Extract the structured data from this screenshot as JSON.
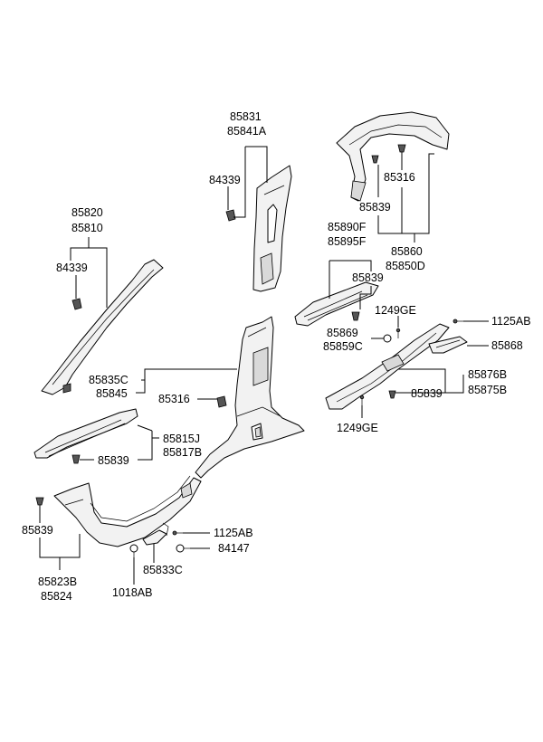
{
  "labels": {
    "p85831": "85831",
    "p85841A": "85841A",
    "p84339_top": "84339",
    "p85316_top": "85316",
    "p85839_top": "85839",
    "p85860": "85860",
    "p85850D": "85850D",
    "p85890F": "85890F",
    "p85895F": "85895F",
    "p85839_mid": "85839",
    "p85820": "85820",
    "p85810": "85810",
    "p84339_left": "84339",
    "p1249GE_top": "1249GE",
    "p1125AB_right": "1125AB",
    "p85869": "85869",
    "p85859C": "85859C",
    "p85868": "85868",
    "p85876B": "85876B",
    "p85875B": "85875B",
    "p85839_right": "85839",
    "p1249GE_bottom": "1249GE",
    "p85835C": "85835C",
    "p85845": "85845",
    "p85316_mid": "85316",
    "p85815J": "85815J",
    "p85817B": "85817B",
    "p85839_left": "85839",
    "p85839_lower": "85839",
    "p85823B": "85823B",
    "p85824": "85824",
    "p1125AB_bottom": "1125AB",
    "p84147": "84147",
    "p85833C": "85833C",
    "p1018AB": "1018AB"
  }
}
